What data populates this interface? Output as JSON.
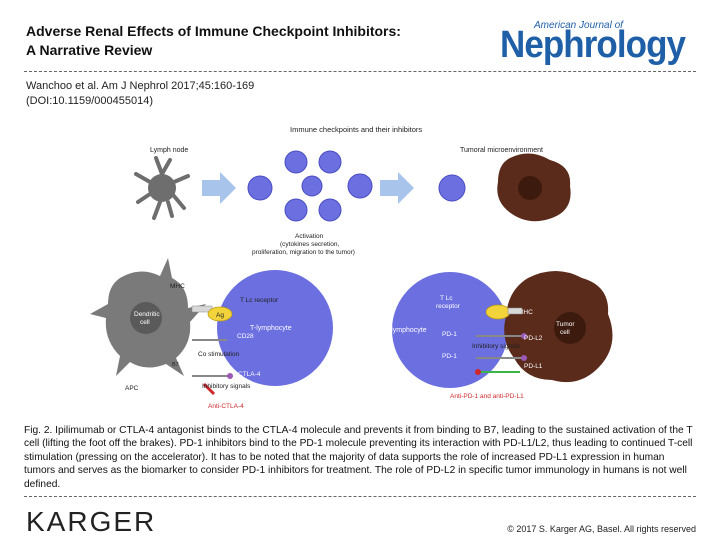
{
  "header": {
    "title_line1": "Adverse Renal Effects of Immune Checkpoint Inhibitors:",
    "title_line2": "A Narrative Review",
    "journal_small": "American Journal of",
    "journal_big": "Nephrology"
  },
  "citation": {
    "line1": "Wanchoo et al. Am J Nephrol 2017;45:160-169",
    "line2": "(DOI:10.1159/000455014)"
  },
  "figure": {
    "title": "Immune checkpoints and their inhibitors",
    "lymph_node": "Lymph node",
    "tumoral_microenvironment": "Tumoral microenvironment",
    "activation_line1": "Activation",
    "activation_line2": "(cytokines secretion,",
    "activation_line3": "proliferation, migration to the tumor)",
    "mhc_left": "MHC",
    "tcr_left": "T Lc receptor",
    "ag": "Ag",
    "dendritic_line1": "Dendritic",
    "dendritic_line2": "cell",
    "b7": "B7",
    "cd28": "CD28",
    "t_lymphocyte_left": "T-lymphocyte",
    "co_stimulation": "Co stimulation",
    "ctla4": "CTLA-4",
    "inhibitory_left": "Inhibitory signals",
    "apc": "APC",
    "anti_ctla4": "Anti-CTLA-4",
    "tcr_right_line1": "T Lc",
    "tcr_right_line2": "receptor",
    "t_lymphocyte_right": "T-lymphocyte",
    "mhc_right": "MHC",
    "tumor_line1": "Tumor",
    "tumor_line2": "cell",
    "pd1_a": "PD-1",
    "pd1_b": "PD-1",
    "pdl2": "PD-L2",
    "pdl1": "PD-L1",
    "inhibitory_right": "Inhibitory signals",
    "anti_pd1": "Anti-PD-1 and anti-PD-L1"
  },
  "caption": "Fig. 2. Ipilimumab or CTLA-4 antagonist binds to the CTLA-4 molecule and prevents it from binding to B7, leading to the sustained activation of the T cell (lifting the foot off the brakes). PD-1 inhibitors bind to the PD-1 molecule preventing its interaction with PD-L1/L2, thus leading to continued T-cell stimulation (pressing on the accelerator). It has to be noted that the majority of data supports the role of increased PD-L1 expression in human tumors and serves as the biomarker to consider PD-1 inhibitors for treatment. The role of PD-L2 in specific tumor immunology in humans is not well defined.",
  "footer": {
    "publisher": "KARGER",
    "copyright": "© 2017 S. Karger AG, Basel. All rights reserved"
  },
  "colors": {
    "lymphocyte": "#6b6fe0",
    "lymphocyte_light": "#a9acf0",
    "tumor": "#5a2a1a",
    "dendritic": "#7a7a7a",
    "inhibitor_red": "#d0272b",
    "arrow": "#a8c4ea",
    "brand_blue": "#1f5fa8"
  }
}
